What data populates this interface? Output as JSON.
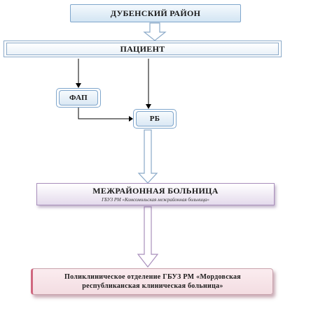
{
  "nodes": {
    "district": "ДУБЕНСКИЙ РАЙОН",
    "patient": "ПАЦИЕНТ",
    "fap": "ФАП",
    "rb": "РБ",
    "interdistrict": {
      "title": "МЕЖРАЙОННАЯ БОЛЬНИЦА",
      "subtitle": "ГБУЗ РМ «Комсомольская межрайонная больница»"
    },
    "clinic": {
      "line1": "Поликлиническое отделение ГБУЗ РМ «Мордовская",
      "line2": "республиканская клиническая больница»"
    }
  },
  "colors": {
    "blue_border": "#7fa6cc",
    "purple_border": "#a98fbc",
    "pink_accent": "#d0677f",
    "arrow_stroke": "#8aa9c8"
  }
}
